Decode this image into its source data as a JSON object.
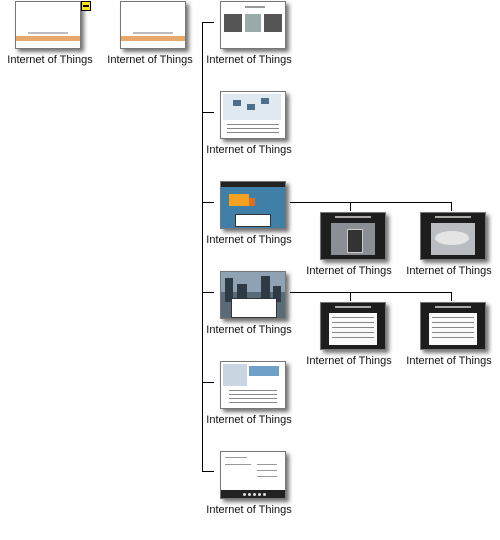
{
  "colors": {
    "connector": "#000000",
    "toggle_fill": "#f5e51f",
    "page_band": "#e8a86a",
    "dark_slide": "#1d1d1d"
  },
  "toggle": {
    "icon": "collapse-minus-icon"
  },
  "nodes": {
    "root": {
      "label": "Internet of Things"
    },
    "level1": {
      "label": "Internet of Things"
    },
    "child1": {
      "label": "Internet of Things"
    },
    "child2": {
      "label": "Internet of Things"
    },
    "child3": {
      "label": "Internet of Things"
    },
    "child3a": {
      "label": "Internet of Things"
    },
    "child3b": {
      "label": "Internet of Things"
    },
    "child4": {
      "label": "Internet of Things"
    },
    "child4a": {
      "label": "Internet of Things"
    },
    "child4b": {
      "label": "Internet of Things"
    },
    "child5": {
      "label": "Internet of Things"
    },
    "child6": {
      "label": "Internet of Things"
    }
  }
}
